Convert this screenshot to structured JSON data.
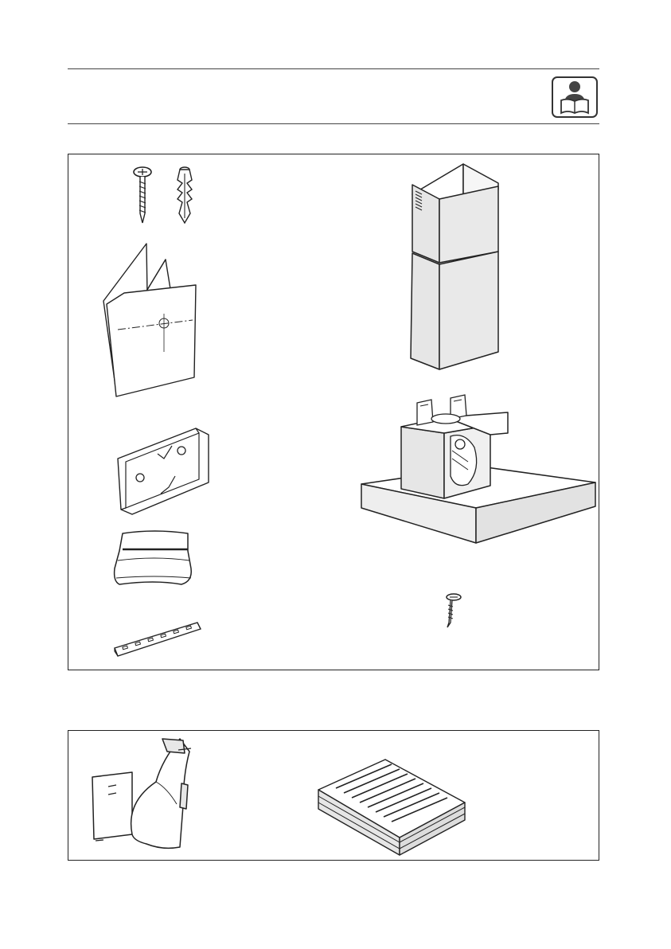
{
  "page": {
    "background": "#ffffff",
    "line_color": "#222222",
    "fill_grey": "#e4e4e4",
    "fill_light": "#eeeeee"
  },
  "header": {
    "icon": "read-manual-icon"
  },
  "components_panel": {
    "items": [
      {
        "name": "wall-screw",
        "icon": "screw-icon"
      },
      {
        "name": "wall-plug",
        "icon": "wall-plug-icon"
      },
      {
        "name": "drilling-template",
        "icon": "template-sheets-icon"
      },
      {
        "name": "mounting-bracket",
        "icon": "bracket-icon"
      },
      {
        "name": "duct-adapter",
        "icon": "reducer-collar-icon"
      },
      {
        "name": "support-bar",
        "icon": "slotted-bar-icon"
      },
      {
        "name": "chimney-sections",
        "icon": "chimney-icon"
      },
      {
        "name": "hood-unit",
        "icon": "hood-motor-icon"
      },
      {
        "name": "fixing-screw",
        "icon": "screw-icon"
      }
    ]
  },
  "accessories_panel": {
    "items": [
      {
        "name": "deflector-elbow",
        "icon": "elbow-duct-icon"
      },
      {
        "name": "carbon-filter",
        "icon": "filter-block-icon"
      }
    ]
  }
}
